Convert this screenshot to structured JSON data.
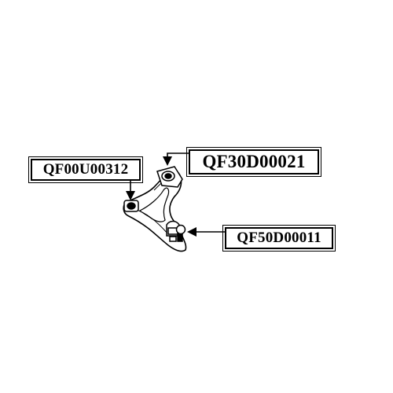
{
  "parts": {
    "left": {
      "code": "QF00U00312"
    },
    "top": {
      "code": "QF30D00021"
    },
    "right": {
      "code": "QF50D00011"
    }
  },
  "colors": {
    "line": "#000000",
    "background": "#ffffff"
  }
}
